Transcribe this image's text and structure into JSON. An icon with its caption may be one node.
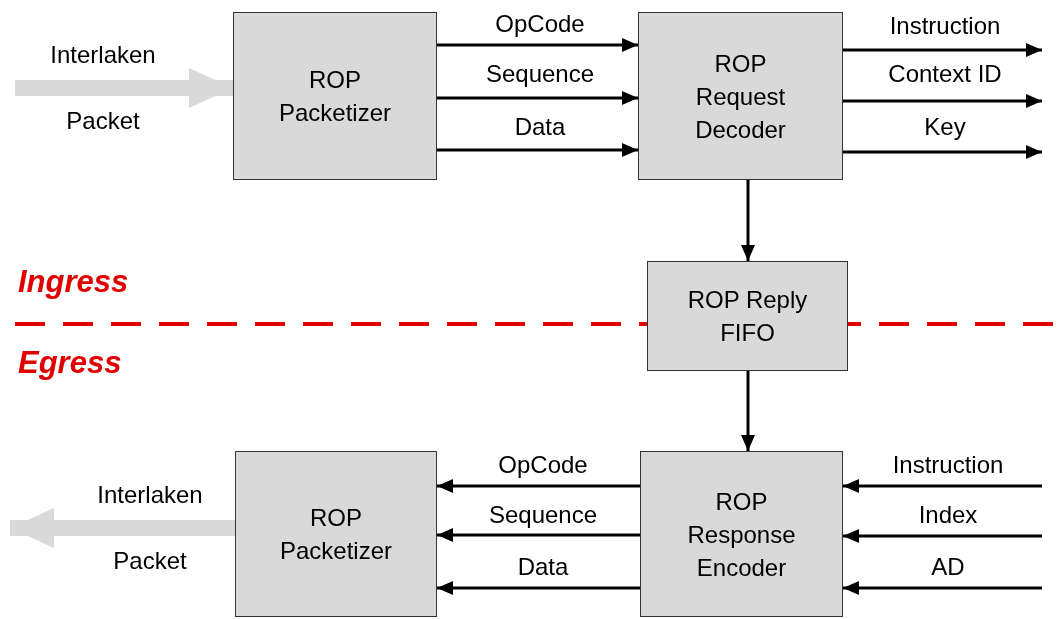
{
  "diagram": {
    "nodes": [
      {
        "text": [
          "ROP Packetizer"
        ]
      },
      {
        "text": [
          "ROP Request Decoder"
        ]
      },
      {
        "text": [
          "ROP Reply FIFO"
        ]
      },
      {
        "text": [
          "ROP Packetizer"
        ]
      },
      {
        "text": [
          "ROP Response Encoder"
        ]
      }
    ],
    "edges": [
      {
        "from": null,
        "to": 0,
        "arrow": "to",
        "label": "Interlaken Packet",
        "style": "thick",
        "color": "#d9d9d9"
      },
      {
        "from": 0,
        "to": 1,
        "arrow": "to",
        "label": "OpCode"
      },
      {
        "from": 0,
        "to": 1,
        "arrow": "to",
        "label": "Sequence"
      },
      {
        "from": 0,
        "to": 1,
        "arrow": "to",
        "label": "Data"
      },
      {
        "from": 1,
        "to": null,
        "arrow": "to",
        "label": "Instruction"
      },
      {
        "from": 1,
        "to": null,
        "arrow": "to",
        "label": "Context ID"
      },
      {
        "from": 1,
        "to": null,
        "arrow": "to",
        "label": "Key"
      },
      {
        "from": 1,
        "to": 2,
        "arrow": "to"
      },
      {
        "from": 2,
        "to": 4,
        "arrow": "to"
      },
      {
        "from": 4,
        "to": 3,
        "arrow": "to",
        "label": "OpCode"
      },
      {
        "from": 4,
        "to": 3,
        "arrow": "to",
        "label": "Sequence"
      },
      {
        "from": 4,
        "to": 3,
        "arrow": "to",
        "label": "Data"
      },
      {
        "from": null,
        "to": 4,
        "arrow": "to",
        "label": "Instruction"
      },
      {
        "from": null,
        "to": 4,
        "arrow": "to",
        "label": "Index"
      },
      {
        "from": null,
        "to": 4,
        "arrow": "to",
        "label": "AD"
      },
      {
        "from": 3,
        "to": null,
        "arrow": "to",
        "label": "Interlaken Packet",
        "style": "thick",
        "color": "#d9d9d9"
      }
    ],
    "labels": [
      "Ingress",
      "Egress"
    ]
  }
}
